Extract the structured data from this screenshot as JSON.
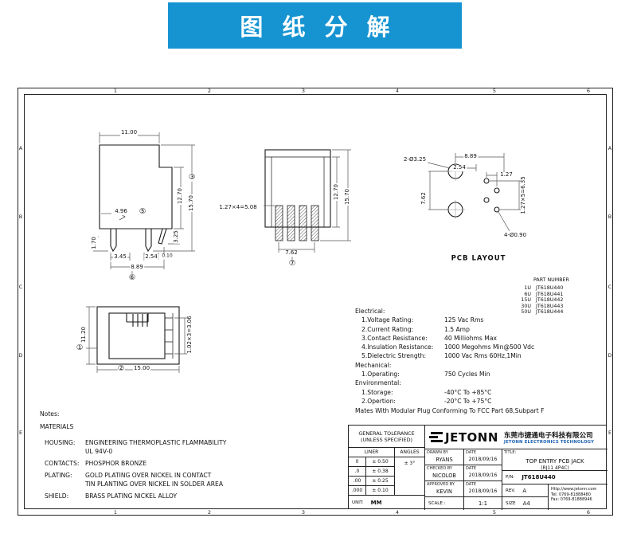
{
  "banner": {
    "title": "图 纸 分 解"
  },
  "grid": {
    "cols": [
      "1",
      "2",
      "3",
      "4",
      "5",
      "6"
    ],
    "rows": [
      "A",
      "B",
      "C",
      "D",
      "E"
    ]
  },
  "side_view": {
    "width_top": "11.00",
    "h_inner": "12.70",
    "h_outer": "15.70",
    "balloon_housing": "③",
    "pin_offset": "4.96",
    "balloon_contact": "⑤",
    "pin_len": "3.25",
    "leg_len": "1.70",
    "leg_span": "3.45",
    "pin_pitch": "2.54",
    "pin_tol": "0.10",
    "total_depth": "8.89",
    "balloon_shield": "⑥"
  },
  "front_view": {
    "pin_pitch": "1.27×4=5.08",
    "h_inner": "12.70",
    "h_outer": "15.70",
    "leg_span": "7.62",
    "balloon": "⑦"
  },
  "pcb_layout": {
    "big_holes": "2-Ø3.25",
    "width": "8.89",
    "pitch_a": "2.54",
    "pitch_b": "1.27",
    "col_span": "1.27×5=6.35",
    "row_span": "7.62",
    "small_holes": "4-Ø0.90",
    "caption": "PCB LAYOUT"
  },
  "face_view": {
    "height": "11.20",
    "width": "15.00",
    "slot_span": "1.02×3=3.06",
    "balloon_body": "①",
    "balloon_face": "②"
  },
  "part_table": {
    "header": "PART NUMBER",
    "rows": [
      {
        "qty": "1U",
        "pn": "JT618U440"
      },
      {
        "qty": "6U",
        "pn": "JT618U441"
      },
      {
        "qty": "15U",
        "pn": "JT618U442"
      },
      {
        "qty": "30U",
        "pn": "JT618U443"
      },
      {
        "qty": "50U",
        "pn": "JT618U444"
      }
    ]
  },
  "specs": {
    "electrical_header": "Electrical:",
    "electrical": [
      {
        "label": "1.Voltage Rating:",
        "value": "125 Vac Rms"
      },
      {
        "label": "2.Current Rating:",
        "value": "1.5 Amp"
      },
      {
        "label": "3.Contact Resistance:",
        "value": "40 Milliohms Max"
      },
      {
        "label": "4.Insulation Resistance:",
        "value": "1000 Megohms Min@500 Vdc"
      },
      {
        "label": "5.Dielectric Strength:",
        "value": "1000 Vac Rms 60Hz,1Min"
      }
    ],
    "mechanical_header": "Mechanical:",
    "mechanical": [
      {
        "label": "1.Operating:",
        "value": "750 Cycles Min"
      }
    ],
    "environmental_header": "Environmental:",
    "environmental": [
      {
        "label": "1.Storage:",
        "value": "-40°C To +85°C"
      },
      {
        "label": "2.Opertion:",
        "value": "-20°C To +75°C"
      }
    ],
    "footnote": "Mates With Modular Plug Conforming To FCC Part 68,Subpart F"
  },
  "notes": {
    "header": "Notes:",
    "materials": "MATERIALS",
    "rows": [
      {
        "label": "HOUSING:",
        "lines": [
          "ENGINEERING THERMOPLASTIC FLAMMABILITY",
          "UL 94V-0"
        ]
      },
      {
        "label": "CONTACTS:",
        "lines": [
          "PHOSPHOR BRONZE"
        ]
      },
      {
        "label": "PLATING:",
        "lines": [
          "GOLD PLATING OVER NICKEL IN CONTACT",
          "TIN PLANTING OVER NICKEL IN SOLDER AREA"
        ]
      },
      {
        "label": "SHIELD:",
        "lines": [
          "BRASS PLATING NICKEL ALLOY"
        ]
      }
    ]
  },
  "title_block": {
    "tolerance_title": "GENERAL TOLERANCE",
    "tolerance_subtitle": "(UNLESS SPECIFIED)",
    "liner_header": "LINER",
    "angles_header": "ANGLES",
    "tolerances": [
      {
        "d": "0",
        "t": "± 0.50"
      },
      {
        "d": ".0",
        "t": "± 0.38"
      },
      {
        "d": ".00",
        "t": "± 0.25"
      },
      {
        "d": ".000",
        "t": "± 0.10"
      }
    ],
    "angles_value": "± 3°",
    "drawn_label": "DRAWN BY",
    "drawn_name": "RYANS",
    "drawn_date": "2018/09/16",
    "checked_label": "CHECKED BY",
    "checked_name": "NICOLOB",
    "checked_date": "2018/09/16",
    "approved_label": "APPROVED BY",
    "approved_name": "KEVIN",
    "approved_date": "2018/09/16",
    "date_label": "DATE",
    "unit_label": "UNIT:",
    "unit_value": "MM",
    "scale_label": "SCALE :",
    "scale_value": "1:1",
    "logo_text": "JETONN",
    "company_cn": "东莞市捷通电子科技有限公司",
    "company_en": "JETONN ELECTRONICS TECHNOLOGY",
    "title_label": "TITLE:",
    "title_line1": "TOP ENTRY PCB JACK",
    "title_line2": "(RJ11 4P4C)",
    "pn_label": "P/N:",
    "pn_value": "JT618U440",
    "rev_label": "REV.",
    "rev_value": "A",
    "size_label": "SIZE",
    "size_value": "A4",
    "web": "Http://www.jetonn.com",
    "tel": "Tel: 0769-81888480",
    "fax": "Fax: 0769-81888946"
  }
}
